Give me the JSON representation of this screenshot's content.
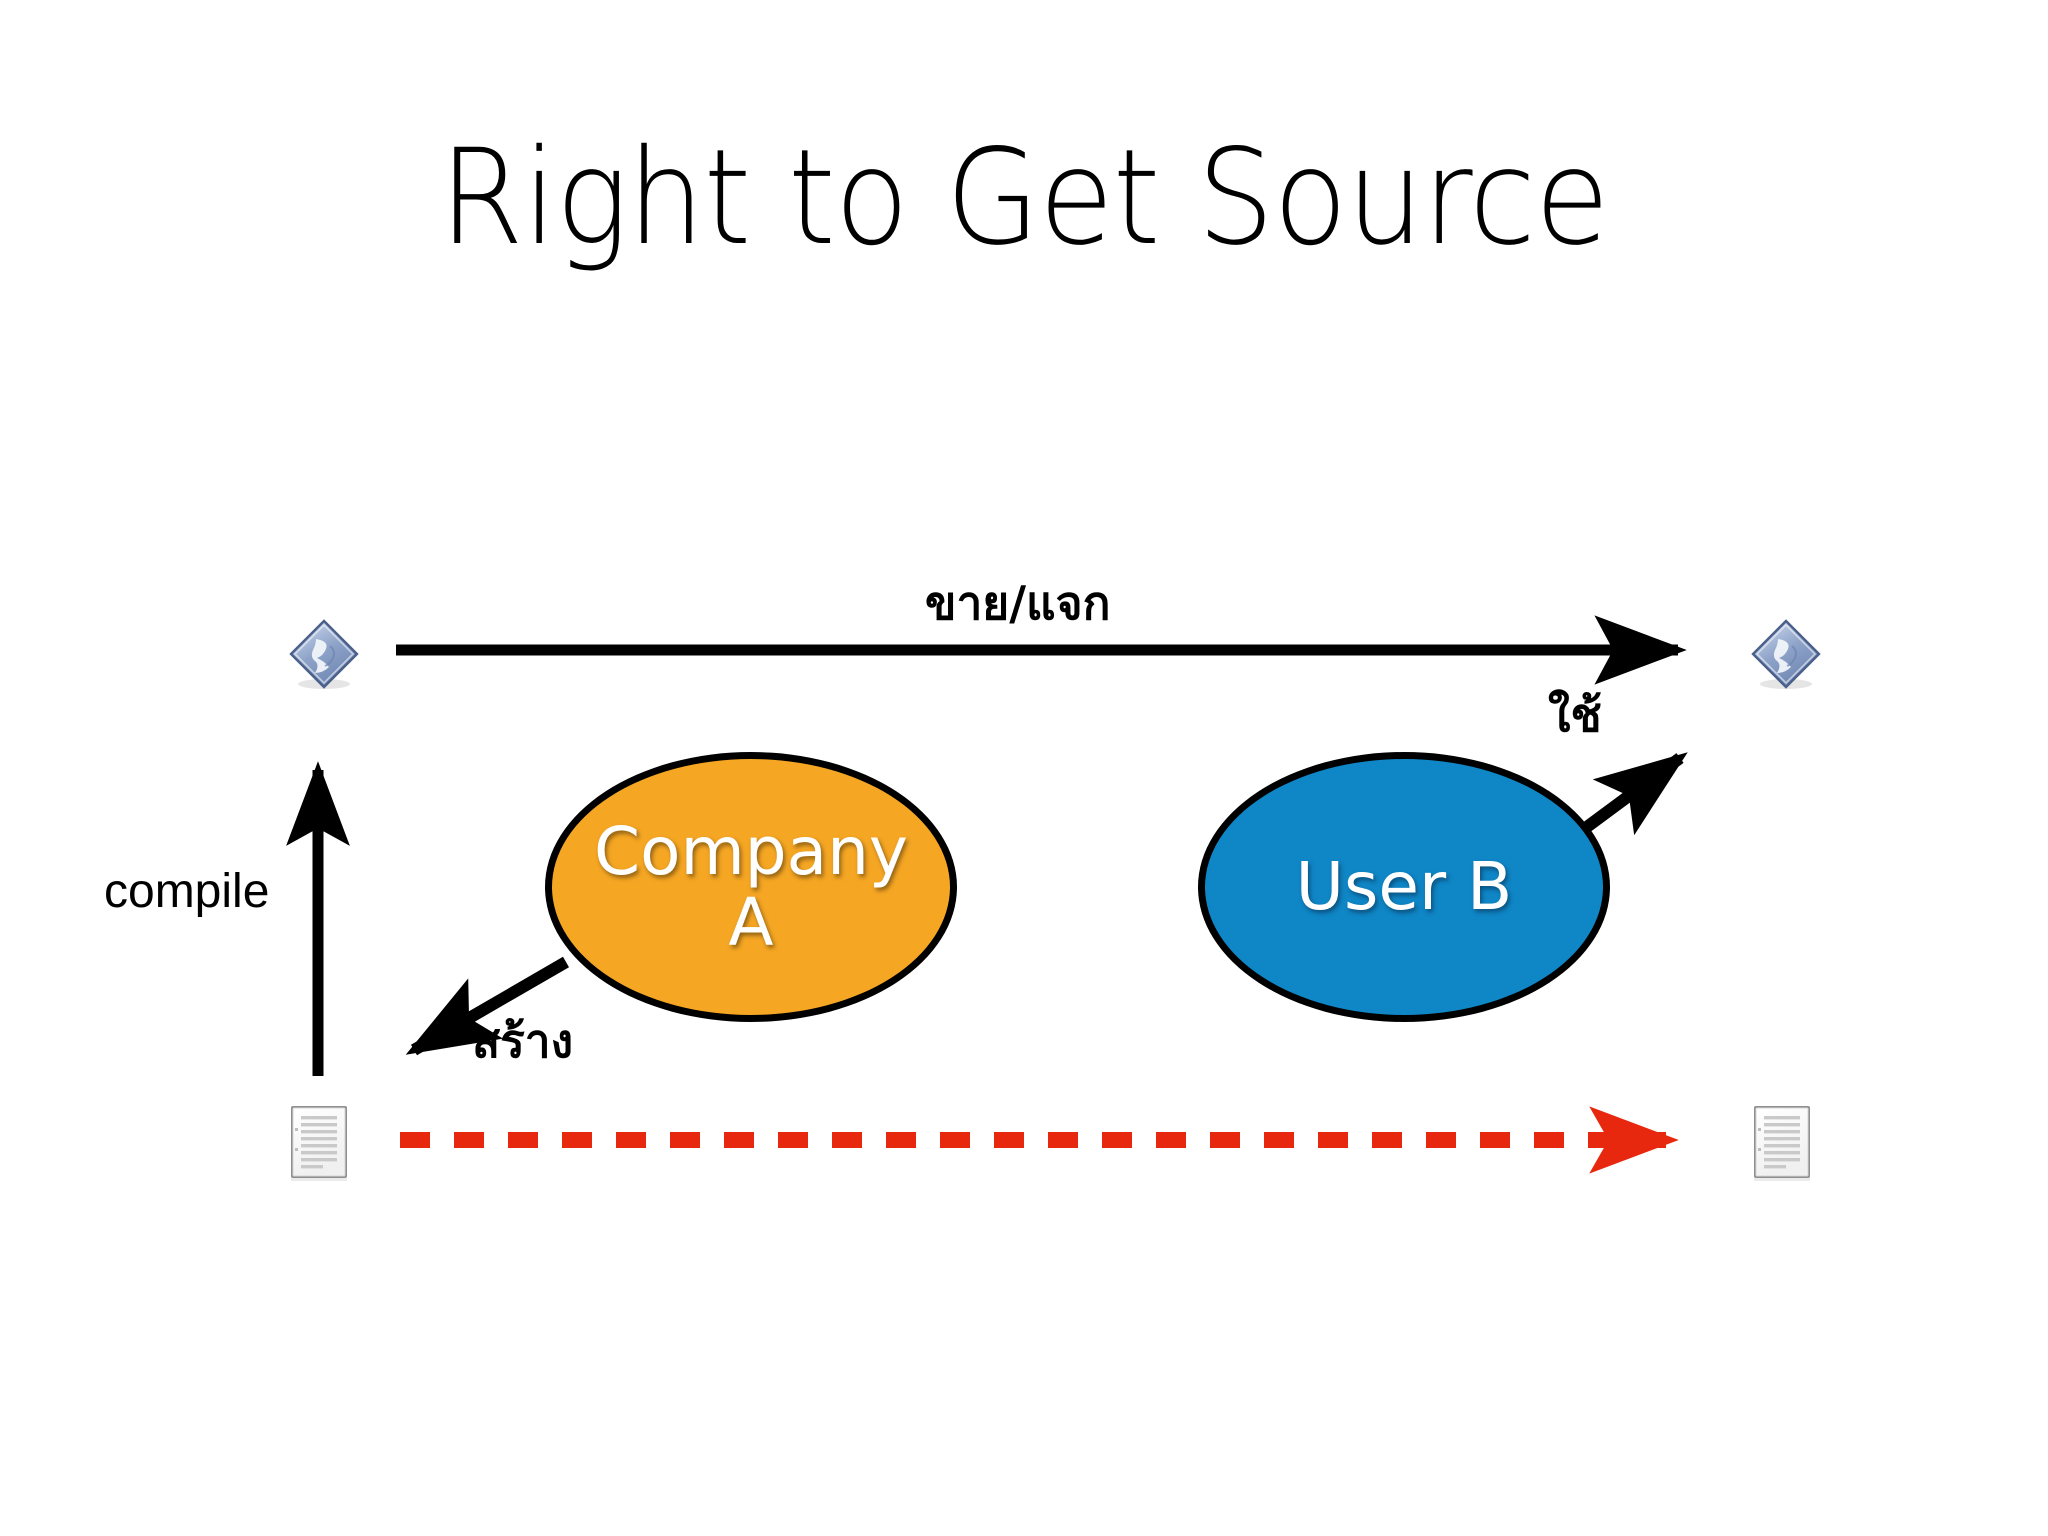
{
  "slide": {
    "title": "Right to Get Source",
    "background_color": "#ffffff"
  },
  "diagram": {
    "type": "flow-diagram",
    "nodes": [
      {
        "id": "binary-source",
        "name": "binary-file-icon-left",
        "kind": "icon",
        "icon": "binary-executable-icon",
        "label": ""
      },
      {
        "id": "binary-dest",
        "name": "binary-file-icon-right",
        "kind": "icon",
        "icon": "binary-executable-icon",
        "label": ""
      },
      {
        "id": "doc-source",
        "name": "source-code-document-icon-left",
        "kind": "icon",
        "icon": "text-document-icon",
        "label": ""
      },
      {
        "id": "doc-dest",
        "name": "source-code-document-icon-right",
        "kind": "icon",
        "icon": "text-document-icon",
        "label": ""
      },
      {
        "id": "company-a",
        "name": "company-a-node",
        "kind": "ellipse",
        "label": "Company\nA",
        "fill": "#F5A623",
        "stroke": "#000000",
        "text_color": "#ffffff"
      },
      {
        "id": "user-b",
        "name": "user-b-node",
        "kind": "ellipse",
        "label": "User B",
        "fill": "#0F86C6",
        "stroke": "#000000",
        "text_color": "#ffffff"
      }
    ],
    "edges": [
      {
        "id": "sell-distribute",
        "name": "sell-distribute-arrow",
        "from": "binary-source",
        "to": "binary-dest",
        "label": "ขาย/แจก",
        "style": "solid",
        "color": "#000000"
      },
      {
        "id": "compile",
        "name": "compile-arrow",
        "from": "doc-source",
        "to": "binary-source",
        "label": "compile",
        "style": "solid",
        "color": "#000000"
      },
      {
        "id": "create",
        "name": "create-arrow",
        "from": "company-a",
        "to": "doc-source",
        "label": "สร้าง",
        "style": "solid",
        "color": "#000000"
      },
      {
        "id": "use",
        "name": "use-arrow",
        "from": "user-b",
        "to": "binary-dest",
        "label": "ใช้",
        "style": "solid",
        "color": "#000000"
      },
      {
        "id": "source-transfer",
        "name": "source-transfer-dashed-arrow",
        "from": "doc-source",
        "to": "doc-dest",
        "label": "",
        "style": "dashed",
        "color": "#E8280E"
      }
    ]
  },
  "labels": {
    "sell_distribute": "ขาย/แจก",
    "use": "ใช้",
    "create": "สร้าง",
    "compile": "compile",
    "company_a": "Company\nA",
    "user_b": "User B"
  },
  "colors": {
    "company_fill": "#F5A623",
    "user_fill": "#0F86C6",
    "arrow_black": "#000000",
    "arrow_red": "#E8280E",
    "text_black": "#000000",
    "node_text": "#ffffff"
  }
}
